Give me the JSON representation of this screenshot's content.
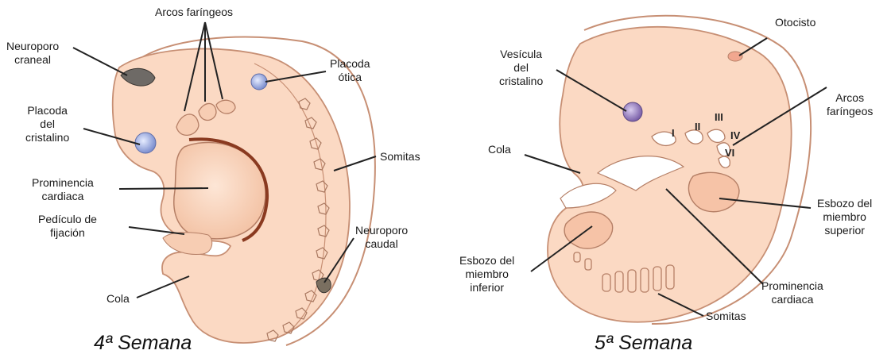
{
  "week4": {
    "caption": "4ª Semana",
    "labels": {
      "arcos": "Arcos faríngeos",
      "neuroporo_craneal": [
        "Neuroporo",
        "craneal"
      ],
      "placoda_otica": [
        "Placoda",
        "ótica"
      ],
      "placoda_cristalino": [
        "Placoda",
        "del",
        "cristalino"
      ],
      "somitas": "Somitas",
      "prominencia": [
        "Prominencia",
        "cardiaca"
      ],
      "pediculo": [
        "Pedículo de",
        "fijación"
      ],
      "neuroporo_caudal": [
        "Neuroporo",
        "caudal"
      ],
      "cola": "Cola"
    }
  },
  "week5": {
    "caption": "5ª Semana",
    "labels": {
      "otocisto": "Otocisto",
      "vesicula": [
        "Vesícula",
        "del",
        "cristalino"
      ],
      "arcos": [
        "Arcos",
        "faríngeos"
      ],
      "cola": "Cola",
      "esbozo_superior": [
        "Esbozo del",
        "miembro",
        "superior"
      ],
      "esbozo_inferior": [
        "Esbozo del",
        "miembro",
        "inferior"
      ],
      "prominencia": [
        "Prominencia",
        "cardiaca"
      ],
      "somitas": "Somitas"
    },
    "arch_numerals": [
      "I",
      "II",
      "III",
      "IV",
      "VI"
    ]
  },
  "colors": {
    "embryo_fill": "#fbd9c3",
    "embryo_stroke": "#c78f74",
    "heart_rim": "#8a3a20",
    "eye_fill": "#a9b6e0",
    "eye5_fill": "#a48ac8",
    "leader": "#222222"
  }
}
